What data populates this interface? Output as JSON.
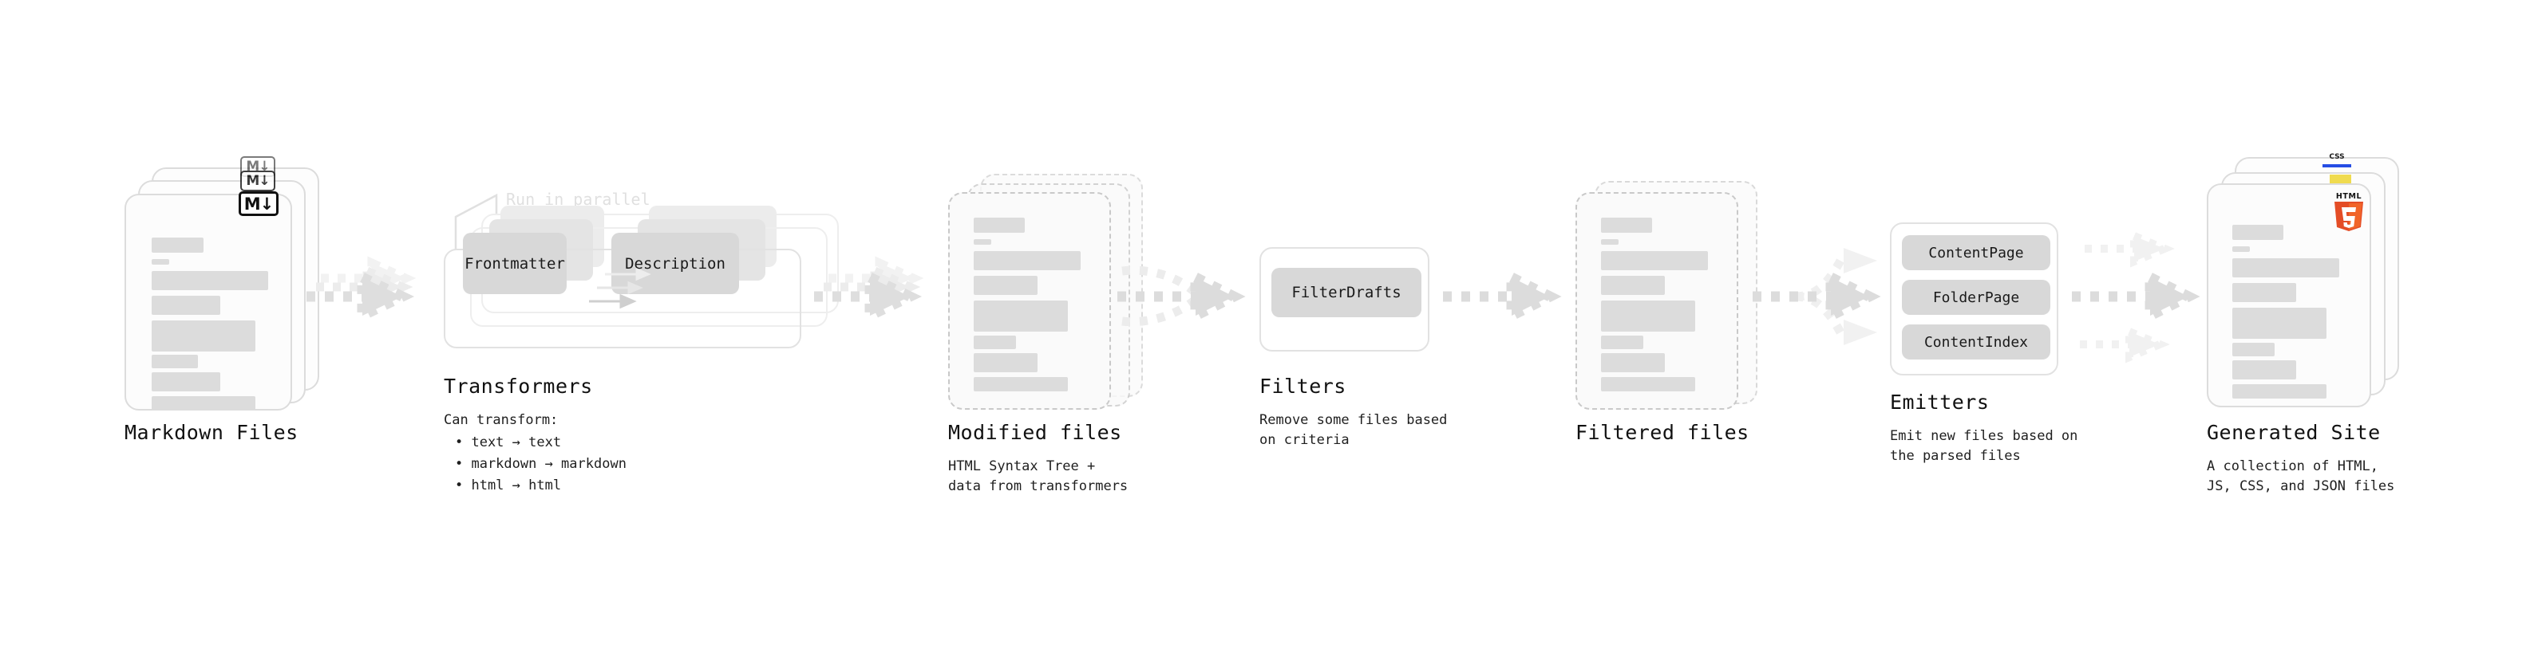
{
  "diagram": {
    "kind": "content-pipeline-flow",
    "background": "#ffffff",
    "accent_gray": "#d8d8d8",
    "arrow_color": "#dadada",
    "arrow_color_faint": "#efefef"
  },
  "stages": [
    {
      "id": "markdown-files",
      "title": "Markdown Files",
      "subtitle": "",
      "visual": "file-stack",
      "border": "solid",
      "badge": {
        "name": "markdown-badge-icon",
        "label": "M↓",
        "color": "#111111"
      }
    },
    {
      "id": "transformers",
      "title": "Transformers",
      "subtitle": "Can transform:",
      "bullets": [
        "• text → text",
        "• markdown → markdown",
        "• html → html"
      ],
      "visual": "stacked-process-box",
      "note": "Run in parallel",
      "chips": [
        "Frontmatter",
        "Description"
      ]
    },
    {
      "id": "modified-files",
      "title": "Modified files",
      "subtitle": "HTML Syntax Tree +\ndata from transformers",
      "visual": "file-stack",
      "border": "dashed"
    },
    {
      "id": "filters",
      "title": "Filters",
      "subtitle": "Remove some files based\non criteria",
      "visual": "process-box",
      "chips": [
        "FilterDrafts"
      ]
    },
    {
      "id": "filtered-files",
      "title": "Filtered files",
      "subtitle": "",
      "visual": "file-stack",
      "border": "dashed"
    },
    {
      "id": "emitters",
      "title": "Emitters",
      "subtitle": "Emit new files based on\nthe parsed files",
      "visual": "process-box",
      "chips": [
        "ContentPage",
        "FolderPage",
        "ContentIndex"
      ]
    },
    {
      "id": "generated-site",
      "title": "Generated Site",
      "subtitle": "A collection of HTML,\nJS, CSS, and JSON files",
      "visual": "file-stack",
      "border": "solid",
      "badges": [
        {
          "name": "html5-badge-icon",
          "label": "HTML",
          "digit": "5",
          "color": "#e44d26"
        },
        {
          "name": "js-badge-icon",
          "label": "",
          "color": "#f0db4f"
        },
        {
          "name": "css-badge-icon",
          "label": "CSS",
          "color": "#264de4"
        }
      ]
    }
  ],
  "connectors": [
    {
      "id": "md-to-transformers",
      "style": "triple-parallel-dotted"
    },
    {
      "id": "transformers-to-modified",
      "style": "triple-parallel-dotted"
    },
    {
      "id": "modified-to-filters",
      "style": "converging-dotted"
    },
    {
      "id": "filters-to-filtered",
      "style": "single-dotted"
    },
    {
      "id": "filtered-to-emitters",
      "style": "diverging-dotted"
    },
    {
      "id": "emitters-to-site",
      "style": "triple-parallel-dotted"
    }
  ]
}
